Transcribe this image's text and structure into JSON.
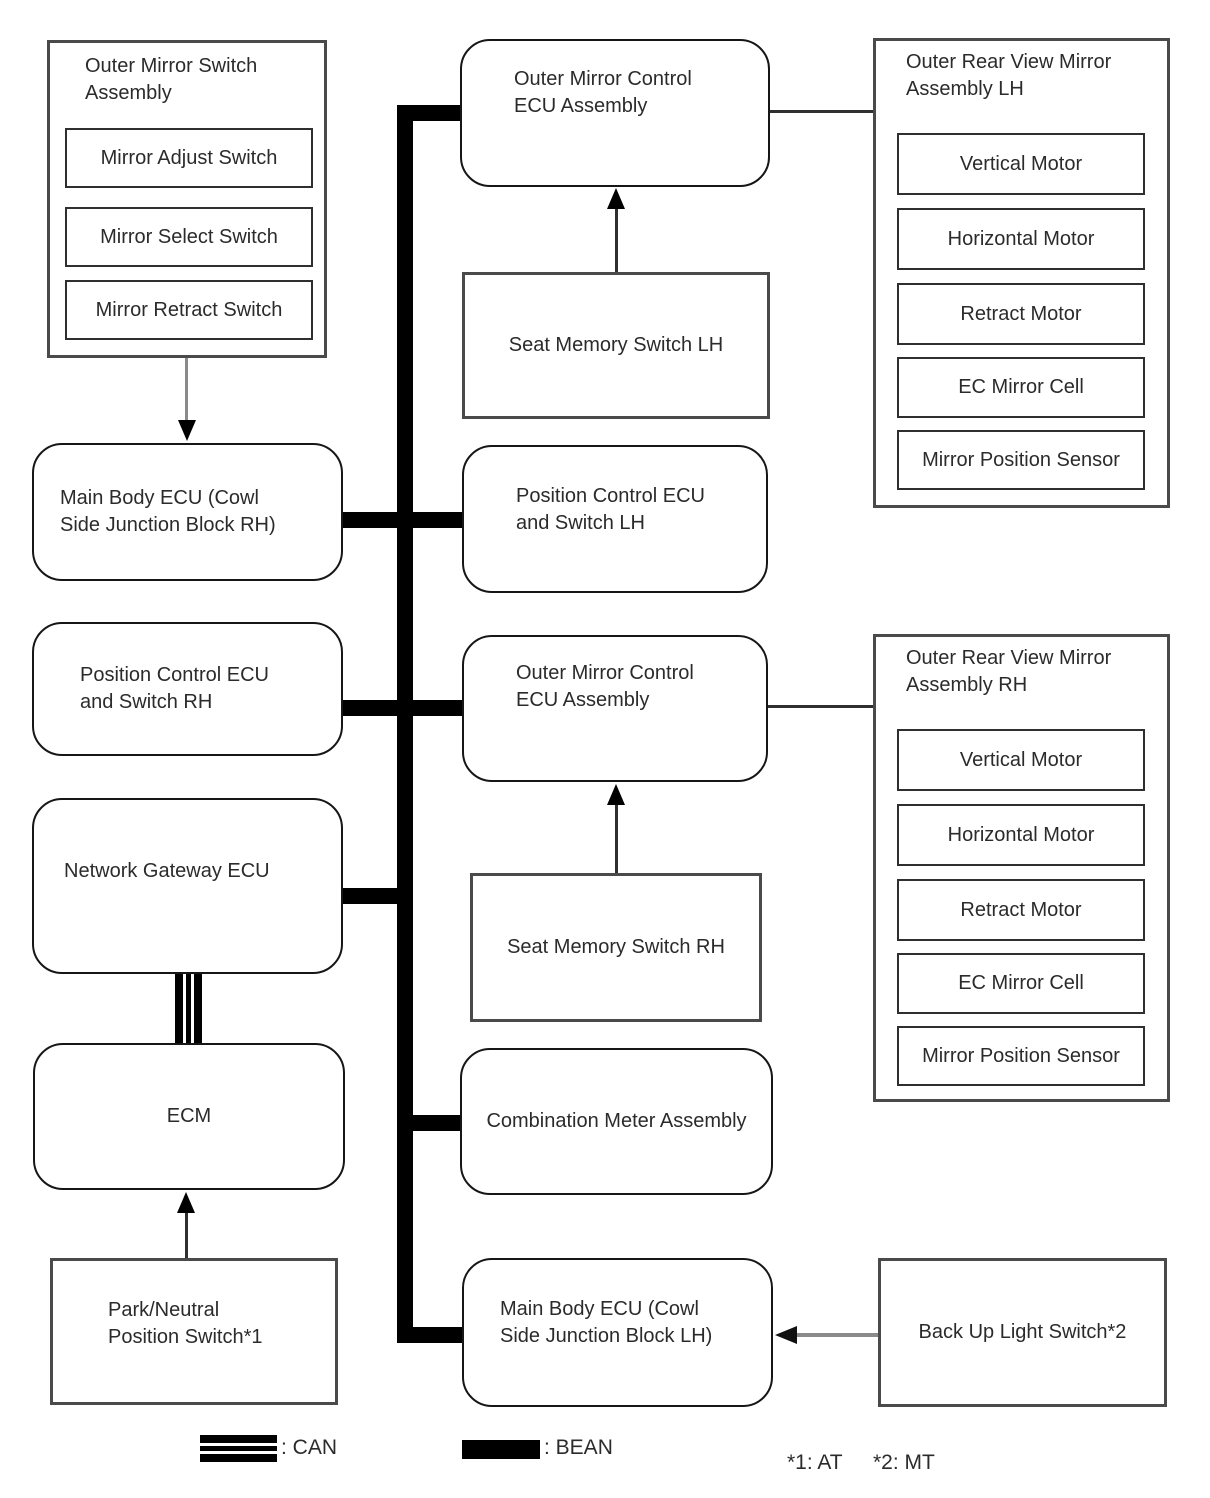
{
  "nodes": {
    "outer_mirror_switch_assembly": {
      "title": "Outer Mirror Switch Assembly",
      "items": [
        "Mirror Adjust Switch",
        "Mirror Select Switch",
        "Mirror Retract Switch"
      ]
    },
    "main_body_ecu_rh": {
      "label": "Main Body ECU (Cowl Side Junction Block RH)"
    },
    "position_control_rh": {
      "label": "Position Control ECU and Switch RH"
    },
    "network_gateway_ecu": {
      "label": "Network Gateway ECU"
    },
    "ecm": {
      "label": "ECM"
    },
    "park_neutral_switch": {
      "label": "Park/Neutral Position Switch*1"
    },
    "outer_mirror_control_1": {
      "label": "Outer Mirror Control ECU Assembly"
    },
    "seat_memory_lh": {
      "label": "Seat Memory Switch LH"
    },
    "position_control_lh": {
      "label": "Position Control ECU and Switch LH"
    },
    "outer_mirror_control_2": {
      "label": "Outer Mirror Control ECU Assembly"
    },
    "seat_memory_rh": {
      "label": "Seat Memory Switch RH"
    },
    "combination_meter": {
      "label": "Combination Meter Assembly"
    },
    "main_body_ecu_lh": {
      "label": "Main Body ECU (Cowl Side Junction Block LH)"
    },
    "orvm_lh": {
      "title": "Outer Rear View Mirror Assembly LH",
      "items": [
        "Vertical Motor",
        "Horizontal Motor",
        "Retract Motor",
        "EC Mirror Cell",
        "Mirror Position Sensor"
      ]
    },
    "orvm_rh": {
      "title": "Outer Rear View Mirror Assembly RH",
      "items": [
        "Vertical Motor",
        "Horizontal Motor",
        "Retract Motor",
        "EC Mirror Cell",
        "Mirror Position Sensor"
      ]
    },
    "backup_light_switch": {
      "label": "Back Up Light Switch*2"
    }
  },
  "legend": {
    "can_label": ": CAN",
    "bean_label": ": BEAN",
    "note_1": "*1: AT",
    "note_2": "*2: MT"
  },
  "colors": {
    "bean_bus": "#000000",
    "can_stripes": "#000000",
    "container_border": "#4a4a4a",
    "rounded_border": "#161616",
    "gray_connector": "#8a8a8a",
    "text": "#2b2b2b"
  }
}
